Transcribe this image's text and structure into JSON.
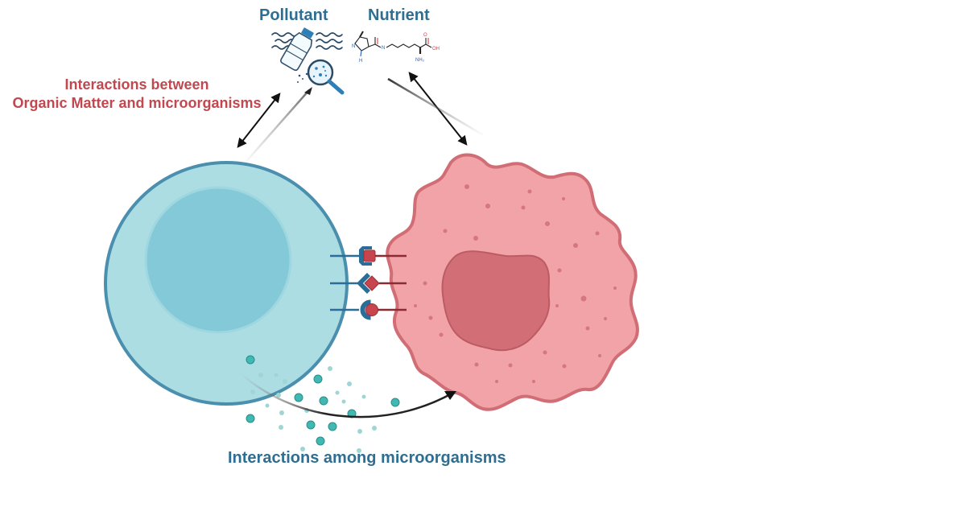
{
  "labels": {
    "pollutant": "Pollutant",
    "nutrient": "Nutrient",
    "om_line1": "Interactions between",
    "om_line2": "Organic Matter and microorganisms",
    "micro": "Interactions among microorganisms"
  },
  "chem": {
    "n_ring": "N",
    "nh": "H",
    "n_amide": "N",
    "oh": "OH",
    "o": "O",
    "nh2": "NH₂"
  },
  "colors": {
    "blue_text": "#2e6e92",
    "red_text": "#c2474f",
    "blue_cell_fill": "#acdde3",
    "blue_cell_stroke": "#4b8fae",
    "nucleus_blue": "#84c9d7",
    "pink_cell_fill": "#f2a3a8",
    "pink_cell_stroke": "#d16d75",
    "nucleus_pink": "#d26f76",
    "receptor_blue": "#2a6d96",
    "ligand_red": "#c8454e",
    "vesicle": "#40b8b3"
  },
  "icons": [
    "plastic-bottle-icon",
    "magnifier-icon",
    "water-waves-icon",
    "molecule-structure-icon"
  ]
}
